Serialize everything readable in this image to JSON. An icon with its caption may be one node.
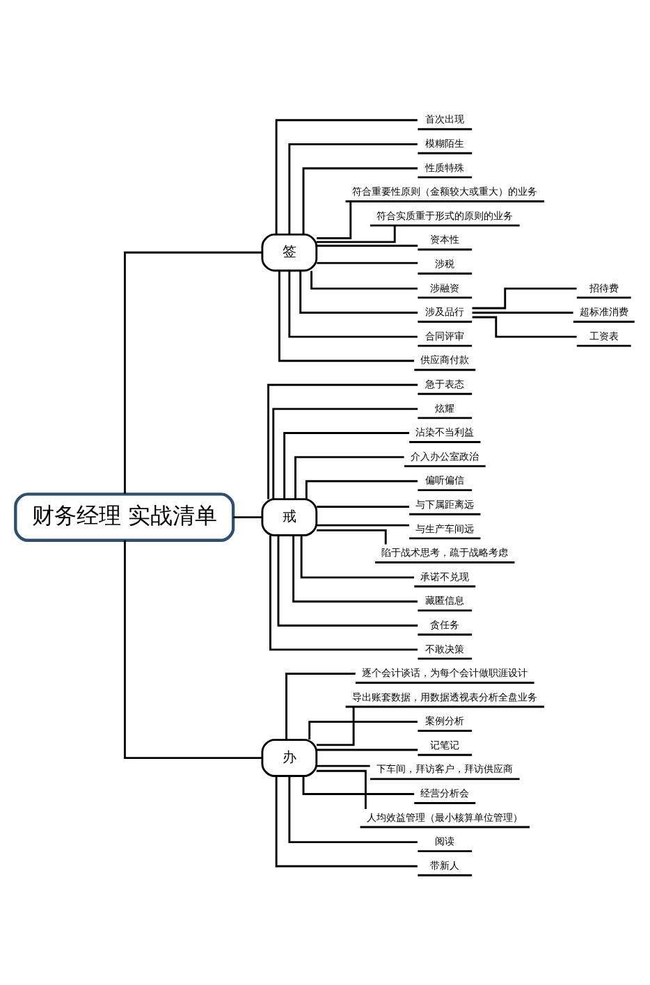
{
  "diagram": {
    "nodes": [
      {
        "text": [
          "财务经理 实战清单"
        ]
      },
      {
        "text": [
          "签"
        ]
      },
      {
        "text": [
          "首次出现"
        ]
      },
      {
        "text": [
          "模糊陌生"
        ]
      },
      {
        "text": [
          "性质特殊"
        ]
      },
      {
        "text": [
          "符合重要性原则（金额较大或重大）的业务"
        ]
      },
      {
        "text": [
          "符合实质重于形式的原则的业务"
        ]
      },
      {
        "text": [
          "资本性"
        ]
      },
      {
        "text": [
          "涉税"
        ]
      },
      {
        "text": [
          "涉融资"
        ]
      },
      {
        "text": [
          "涉及品行"
        ]
      },
      {
        "text": [
          "招待费"
        ]
      },
      {
        "text": [
          "超标准消费"
        ]
      },
      {
        "text": [
          "工资表"
        ]
      },
      {
        "text": [
          "合同评审"
        ]
      },
      {
        "text": [
          "供应商付款"
        ]
      },
      {
        "text": [
          "戒"
        ]
      },
      {
        "text": [
          "急于表态"
        ]
      },
      {
        "text": [
          "炫耀"
        ]
      },
      {
        "text": [
          "沾染不当利益"
        ]
      },
      {
        "text": [
          "介入办公室政治"
        ]
      },
      {
        "text": [
          "偏听偏信"
        ]
      },
      {
        "text": [
          "与下属距离远"
        ]
      },
      {
        "text": [
          "与生产车间远"
        ]
      },
      {
        "text": [
          "陷于战术思考，疏于战略考虑"
        ]
      },
      {
        "text": [
          "承诺不兑现"
        ]
      },
      {
        "text": [
          "藏匿信息"
        ]
      },
      {
        "text": [
          "贪任务"
        ]
      },
      {
        "text": [
          "不敢决策"
        ]
      },
      {
        "text": [
          "办"
        ]
      },
      {
        "text": [
          "逐个会计谈话，为每个会计做职涯设计"
        ]
      },
      {
        "text": [
          "导出账套数据，用数据透视表分析全盘业务"
        ]
      },
      {
        "text": [
          "案例分析"
        ]
      },
      {
        "text": [
          "记笔记"
        ]
      },
      {
        "text": [
          "下车间，拜访客户，拜访供应商"
        ]
      },
      {
        "text": [
          "经营分析会"
        ]
      },
      {
        "text": [
          "人均效益管理（最小核算单位管理）"
        ]
      },
      {
        "text": [
          "阅读"
        ]
      },
      {
        "text": [
          "带新人"
        ]
      }
    ],
    "edges": [
      {
        "from": 0,
        "to": 1,
        "arrow": "none"
      },
      {
        "from": 1,
        "to": 2,
        "arrow": "none"
      },
      {
        "from": 1,
        "to": 3,
        "arrow": "none"
      },
      {
        "from": 1,
        "to": 4,
        "arrow": "none"
      },
      {
        "from": 1,
        "to": 5,
        "arrow": "none"
      },
      {
        "from": 1,
        "to": 6,
        "arrow": "none"
      },
      {
        "from": 1,
        "to": 7,
        "arrow": "none"
      },
      {
        "from": 1,
        "to": 8,
        "arrow": "none"
      },
      {
        "from": 1,
        "to": 9,
        "arrow": "none"
      },
      {
        "from": 1,
        "to": 10,
        "arrow": "none"
      },
      {
        "from": 10,
        "to": 11,
        "arrow": "none"
      },
      {
        "from": 10,
        "to": 12,
        "arrow": "none"
      },
      {
        "from": 10,
        "to": 13,
        "arrow": "none"
      },
      {
        "from": 1,
        "to": 14,
        "arrow": "none"
      },
      {
        "from": 1,
        "to": 15,
        "arrow": "none"
      },
      {
        "from": 0,
        "to": 16,
        "arrow": "none"
      },
      {
        "from": 16,
        "to": 17,
        "arrow": "none"
      },
      {
        "from": 16,
        "to": 18,
        "arrow": "none"
      },
      {
        "from": 16,
        "to": 19,
        "arrow": "none"
      },
      {
        "from": 16,
        "to": 20,
        "arrow": "none"
      },
      {
        "from": 16,
        "to": 21,
        "arrow": "none"
      },
      {
        "from": 16,
        "to": 22,
        "arrow": "none"
      },
      {
        "from": 16,
        "to": 23,
        "arrow": "none"
      },
      {
        "from": 16,
        "to": 24,
        "arrow": "none"
      },
      {
        "from": 16,
        "to": 25,
        "arrow": "none"
      },
      {
        "from": 16,
        "to": 26,
        "arrow": "none"
      },
      {
        "from": 16,
        "to": 27,
        "arrow": "none"
      },
      {
        "from": 16,
        "to": 28,
        "arrow": "none"
      },
      {
        "from": 0,
        "to": 29,
        "arrow": "none"
      },
      {
        "from": 29,
        "to": 30,
        "arrow": "none"
      },
      {
        "from": 29,
        "to": 31,
        "arrow": "none"
      },
      {
        "from": 29,
        "to": 32,
        "arrow": "none"
      },
      {
        "from": 29,
        "to": 33,
        "arrow": "none"
      },
      {
        "from": 29,
        "to": 34,
        "arrow": "none"
      },
      {
        "from": 29,
        "to": 35,
        "arrow": "none"
      },
      {
        "from": 29,
        "to": 36,
        "arrow": "none"
      },
      {
        "from": 29,
        "to": 37,
        "arrow": "none"
      },
      {
        "from": 29,
        "to": 38,
        "arrow": "none"
      }
    ]
  }
}
